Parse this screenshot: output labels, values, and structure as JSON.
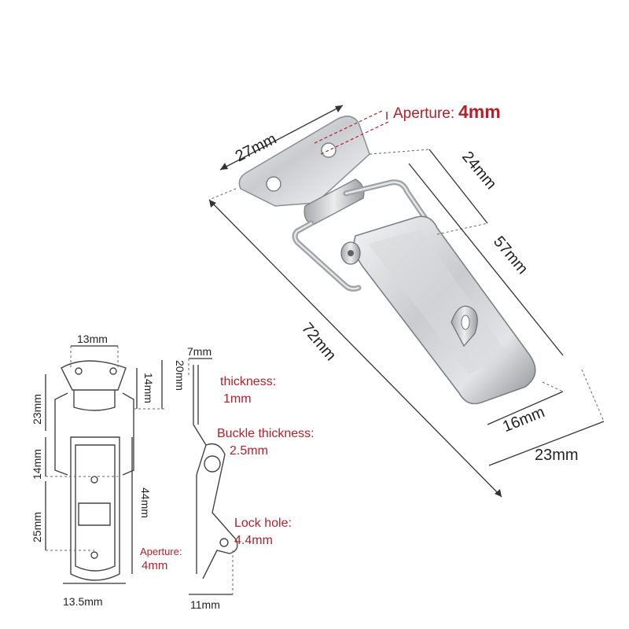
{
  "photo_dimensions": {
    "top_width": "27mm",
    "aperture_label": "Aperture:",
    "aperture_value": "4mm",
    "length": "72mm",
    "upper_length": "24mm",
    "body_length": "57mm",
    "bottom_width_inner": "16mm",
    "bottom_width_outer": "23mm"
  },
  "front_view": {
    "top_width": "13mm",
    "height_20": "20mm",
    "height_14_top": "14mm",
    "height_23": "23mm",
    "height_14_side": "14mm",
    "height_25": "25mm",
    "height_44": "44mm",
    "bottom_width": "13.5mm",
    "aperture_label": "Aperture:",
    "aperture_value": "4mm"
  },
  "side_view": {
    "top_width": "7mm",
    "bottom_width": "11mm",
    "thickness_label": "thickness:",
    "thickness_value": "1mm",
    "buckle_label": "Buckle thickness:",
    "buckle_value": "2.5mm",
    "lockhole_label": "Lock hole:",
    "lockhole_value": "4.4mm"
  },
  "colors": {
    "accent_red": "#b5202a",
    "metal_light": "#e6e7e9",
    "metal_mid": "#b9bbbf",
    "metal_dark": "#7d8086"
  }
}
